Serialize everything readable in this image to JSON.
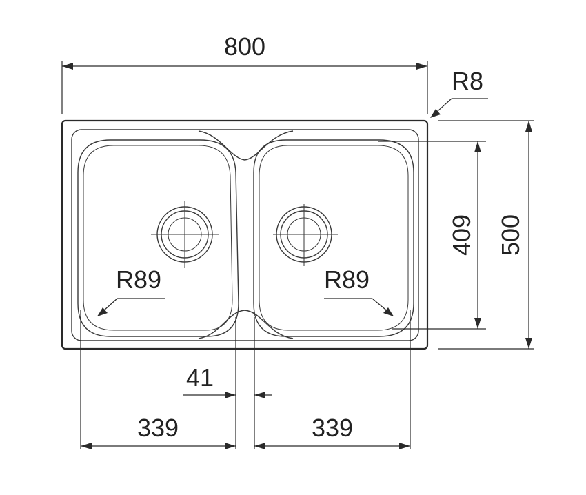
{
  "dimensions": {
    "overall_width": "800",
    "corner_radius": "R8",
    "overall_depth": "500",
    "bowl_depth": "409",
    "bowl_radius_left": "R89",
    "bowl_radius_right": "R89",
    "divider_width": "41",
    "left_bowl_width": "339",
    "right_bowl_width": "339"
  }
}
